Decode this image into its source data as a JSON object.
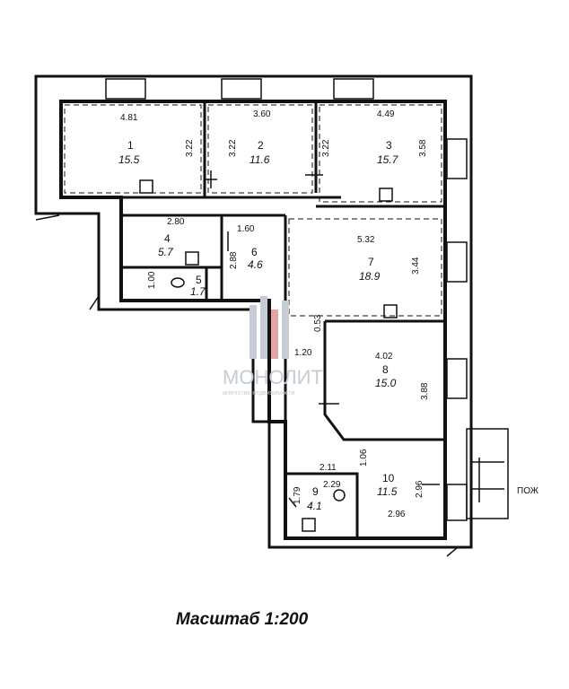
{
  "rooms": [
    {
      "id": "1",
      "area": "15.5"
    },
    {
      "id": "2",
      "area": "11.6"
    },
    {
      "id": "3",
      "area": "15.7"
    },
    {
      "id": "4",
      "area": "5.7"
    },
    {
      "id": "5",
      "area": "1.7"
    },
    {
      "id": "6",
      "area": "4.6"
    },
    {
      "id": "7",
      "area": "18.9"
    },
    {
      "id": "8",
      "area": "15.0"
    },
    {
      "id": "9",
      "area": "4.1"
    },
    {
      "id": "10",
      "area": "11.5"
    }
  ],
  "dimensions": [
    "4.81",
    "3.22",
    "3.22",
    "3.60",
    "3.22",
    "4.49",
    "3.58",
    "2.80",
    "1.60",
    "2.88",
    "1.00",
    "5.32",
    "3.44",
    "0.53",
    "1.20",
    "4.02",
    "3.88",
    "1.06",
    "2.11",
    "2.29",
    "1.79",
    "2.96",
    "2.96"
  ],
  "watermark": {
    "title": "МОНОЛИТ",
    "subtitle": "агентство недвижимости"
  },
  "side_label": "ПОЖ",
  "scale": "Масштаб 1:200",
  "colors": {
    "line": "#111111",
    "watermark": "#c5ccd6",
    "watermark_red": "#e6a3a3"
  }
}
